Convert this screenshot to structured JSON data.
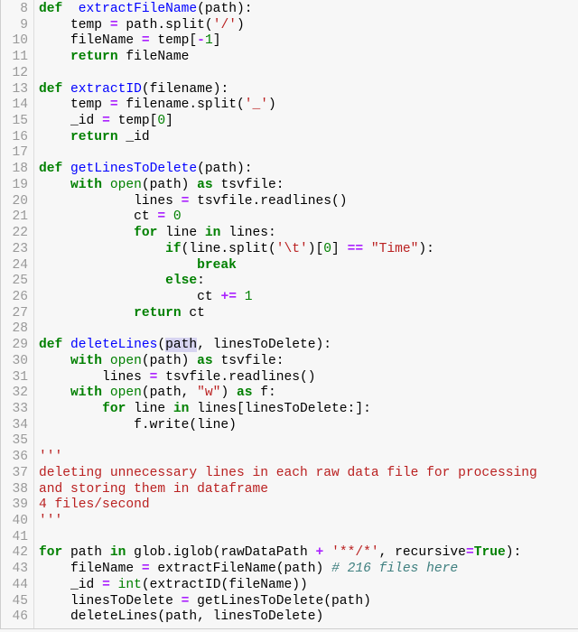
{
  "editor": {
    "language": "python",
    "first_line_number": 8,
    "colors": {
      "background": "#f7f7f7",
      "keyword": "#008000",
      "function_name": "#0000ff",
      "operator": "#aa22ff",
      "string": "#ba2121",
      "comment": "#408080",
      "line_number": "#999999",
      "selection_highlight": "#d7d4f0"
    },
    "lines": [
      {
        "n": "8",
        "tokens": [
          [
            "kw",
            "def"
          ],
          [
            "",
            "  "
          ],
          [
            "fn",
            "extractFileName"
          ],
          [
            "",
            "(path):"
          ]
        ]
      },
      {
        "n": "9",
        "tokens": [
          [
            "",
            "    temp "
          ],
          [
            "op",
            "="
          ],
          [
            "",
            " path.split("
          ],
          [
            "str",
            "'/'"
          ],
          [
            "",
            ")"
          ]
        ]
      },
      {
        "n": "10",
        "tokens": [
          [
            "",
            "    fileName "
          ],
          [
            "op",
            "="
          ],
          [
            "",
            " temp["
          ],
          [
            "op",
            "-"
          ],
          [
            "num",
            "1"
          ],
          [
            "",
            "]"
          ]
        ]
      },
      {
        "n": "11",
        "tokens": [
          [
            "",
            "    "
          ],
          [
            "kw",
            "return"
          ],
          [
            "",
            " fileName"
          ]
        ]
      },
      {
        "n": "12",
        "tokens": []
      },
      {
        "n": "13",
        "tokens": [
          [
            "kw",
            "def"
          ],
          [
            "",
            " "
          ],
          [
            "fn",
            "extractID"
          ],
          [
            "",
            "(filename):"
          ]
        ]
      },
      {
        "n": "14",
        "tokens": [
          [
            "",
            "    temp "
          ],
          [
            "op",
            "="
          ],
          [
            "",
            " filename.split("
          ],
          [
            "str",
            "'_'"
          ],
          [
            "",
            ")"
          ]
        ]
      },
      {
        "n": "15",
        "tokens": [
          [
            "",
            "    _id "
          ],
          [
            "op",
            "="
          ],
          [
            "",
            " temp["
          ],
          [
            "num",
            "0"
          ],
          [
            "",
            "]"
          ]
        ]
      },
      {
        "n": "16",
        "tokens": [
          [
            "",
            "    "
          ],
          [
            "kw",
            "return"
          ],
          [
            "",
            " _id"
          ]
        ]
      },
      {
        "n": "17",
        "tokens": []
      },
      {
        "n": "18",
        "tokens": [
          [
            "kw",
            "def"
          ],
          [
            "",
            " "
          ],
          [
            "fn",
            "getLinesToDelete"
          ],
          [
            "",
            "(path):"
          ]
        ]
      },
      {
        "n": "19",
        "tokens": [
          [
            "",
            "    "
          ],
          [
            "kw",
            "with"
          ],
          [
            "",
            " "
          ],
          [
            "bi",
            "open"
          ],
          [
            "",
            "(path) "
          ],
          [
            "kw",
            "as"
          ],
          [
            "",
            " tsvfile:"
          ]
        ]
      },
      {
        "n": "20",
        "tokens": [
          [
            "",
            "            lines "
          ],
          [
            "op",
            "="
          ],
          [
            "",
            " tsvfile.readlines()"
          ]
        ]
      },
      {
        "n": "21",
        "tokens": [
          [
            "",
            "            ct "
          ],
          [
            "op",
            "="
          ],
          [
            "",
            " "
          ],
          [
            "num",
            "0"
          ]
        ]
      },
      {
        "n": "22",
        "tokens": [
          [
            "",
            "            "
          ],
          [
            "kw",
            "for"
          ],
          [
            "",
            " line "
          ],
          [
            "kw",
            "in"
          ],
          [
            "",
            " lines:"
          ]
        ]
      },
      {
        "n": "23",
        "tokens": [
          [
            "",
            "                "
          ],
          [
            "kw",
            "if"
          ],
          [
            "",
            "(line.split("
          ],
          [
            "str",
            "'\\t'"
          ],
          [
            "",
            ")["
          ],
          [
            "num",
            "0"
          ],
          [
            "",
            "] "
          ],
          [
            "op",
            "=="
          ],
          [
            "",
            " "
          ],
          [
            "str",
            "\"Time\""
          ],
          [
            "",
            "):"
          ]
        ]
      },
      {
        "n": "24",
        "tokens": [
          [
            "",
            "                    "
          ],
          [
            "kw",
            "break"
          ]
        ]
      },
      {
        "n": "25",
        "tokens": [
          [
            "",
            "                "
          ],
          [
            "kw",
            "else"
          ],
          [
            "",
            ":"
          ]
        ]
      },
      {
        "n": "26",
        "tokens": [
          [
            "",
            "                    ct "
          ],
          [
            "op",
            "+="
          ],
          [
            "",
            " "
          ],
          [
            "num",
            "1"
          ]
        ]
      },
      {
        "n": "27",
        "tokens": [
          [
            "",
            "            "
          ],
          [
            "kw",
            "return"
          ],
          [
            "",
            " ct"
          ]
        ]
      },
      {
        "n": "28",
        "tokens": []
      },
      {
        "n": "29",
        "tokens": [
          [
            "kw",
            "def"
          ],
          [
            "",
            " "
          ],
          [
            "fn",
            "deleteLines"
          ],
          [
            "",
            "("
          ],
          [
            "hl",
            "path"
          ],
          [
            "",
            ", linesToDelete):"
          ]
        ]
      },
      {
        "n": "30",
        "tokens": [
          [
            "",
            "    "
          ],
          [
            "kw",
            "with"
          ],
          [
            "",
            " "
          ],
          [
            "bi",
            "open"
          ],
          [
            "",
            "(path) "
          ],
          [
            "kw",
            "as"
          ],
          [
            "",
            " tsvfile:"
          ]
        ]
      },
      {
        "n": "31",
        "tokens": [
          [
            "",
            "        lines "
          ],
          [
            "op",
            "="
          ],
          [
            "",
            " tsvfile.readlines()"
          ]
        ]
      },
      {
        "n": "32",
        "tokens": [
          [
            "",
            "    "
          ],
          [
            "kw",
            "with"
          ],
          [
            "",
            " "
          ],
          [
            "bi",
            "open"
          ],
          [
            "",
            "(path, "
          ],
          [
            "str",
            "\"w\""
          ],
          [
            "",
            ") "
          ],
          [
            "kw",
            "as"
          ],
          [
            "",
            " f:"
          ]
        ]
      },
      {
        "n": "33",
        "tokens": [
          [
            "",
            "        "
          ],
          [
            "kw",
            "for"
          ],
          [
            "",
            " line "
          ],
          [
            "kw",
            "in"
          ],
          [
            "",
            " lines[linesToDelete:]:"
          ]
        ]
      },
      {
        "n": "34",
        "tokens": [
          [
            "",
            "            f.write(line)"
          ]
        ]
      },
      {
        "n": "35",
        "tokens": []
      },
      {
        "n": "36",
        "tokens": [
          [
            "str",
            "'''"
          ]
        ]
      },
      {
        "n": "37",
        "tokens": [
          [
            "str",
            "deleting unnecessary lines in each raw data file for processing"
          ]
        ]
      },
      {
        "n": "38",
        "tokens": [
          [
            "str",
            "and storing them in dataframe"
          ]
        ]
      },
      {
        "n": "39",
        "tokens": [
          [
            "str",
            "4 files/second"
          ]
        ]
      },
      {
        "n": "40",
        "tokens": [
          [
            "str",
            "'''"
          ]
        ]
      },
      {
        "n": "41",
        "tokens": []
      },
      {
        "n": "42",
        "tokens": [
          [
            "kw",
            "for"
          ],
          [
            "",
            " path "
          ],
          [
            "kw",
            "in"
          ],
          [
            "",
            " glob.iglob(rawDataPath "
          ],
          [
            "op",
            "+"
          ],
          [
            "",
            " "
          ],
          [
            "str",
            "'**/*'"
          ],
          [
            "",
            ", recursive"
          ],
          [
            "op",
            "="
          ],
          [
            "kw",
            "True"
          ],
          [
            "",
            "):"
          ]
        ]
      },
      {
        "n": "43",
        "tokens": [
          [
            "",
            "    fileName "
          ],
          [
            "op",
            "="
          ],
          [
            "",
            " extractFileName(path) "
          ],
          [
            "cm",
            "# 216 files here"
          ]
        ]
      },
      {
        "n": "44",
        "tokens": [
          [
            "",
            "    _id "
          ],
          [
            "op",
            "="
          ],
          [
            "",
            " "
          ],
          [
            "bi",
            "int"
          ],
          [
            "",
            "(extractID(fileName))"
          ]
        ]
      },
      {
        "n": "45",
        "tokens": [
          [
            "",
            "    linesToDelete "
          ],
          [
            "op",
            "="
          ],
          [
            "",
            " getLinesToDelete(path)"
          ]
        ]
      },
      {
        "n": "46",
        "tokens": [
          [
            "",
            "    deleteLines(path, linesToDelete)"
          ]
        ]
      }
    ]
  }
}
